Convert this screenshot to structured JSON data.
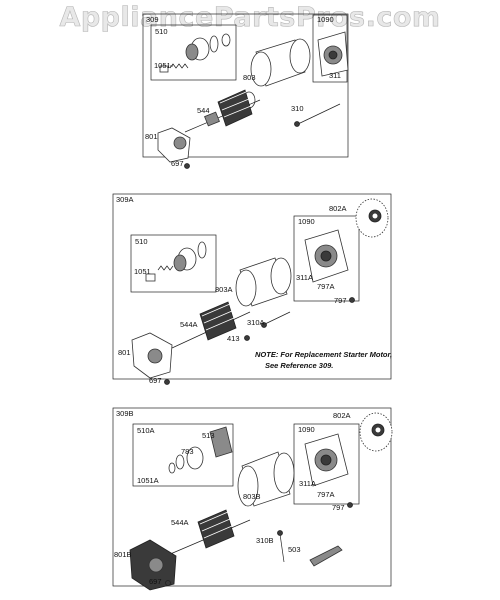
{
  "watermark": "AppliancePartsPros.com",
  "sections": [
    {
      "title": "309",
      "subassemblies": [
        {
          "label": "510"
        },
        {
          "label": "1090"
        }
      ],
      "parts": [
        "1051",
        "803",
        "311",
        "544",
        "310",
        "801",
        "697"
      ]
    },
    {
      "title": "309A",
      "subassemblies": [
        {
          "label": "510"
        },
        {
          "label": "1090"
        }
      ],
      "parts": [
        "802A",
        "1051",
        "311A",
        "803A",
        "797A",
        "797",
        "544A",
        "310A",
        "413",
        "801",
        "697"
      ],
      "note_line1": "NOTE: For Replacement Starter Motor,",
      "note_line2": "See Reference 309."
    },
    {
      "title": "309B",
      "subassemblies": [
        {
          "label": "510A"
        },
        {
          "label": "1090"
        }
      ],
      "parts": [
        "802A",
        "513",
        "783",
        "1051A",
        "311A",
        "803B",
        "797A",
        "797",
        "544A",
        "310B",
        "503",
        "801B",
        "697"
      ]
    }
  ]
}
